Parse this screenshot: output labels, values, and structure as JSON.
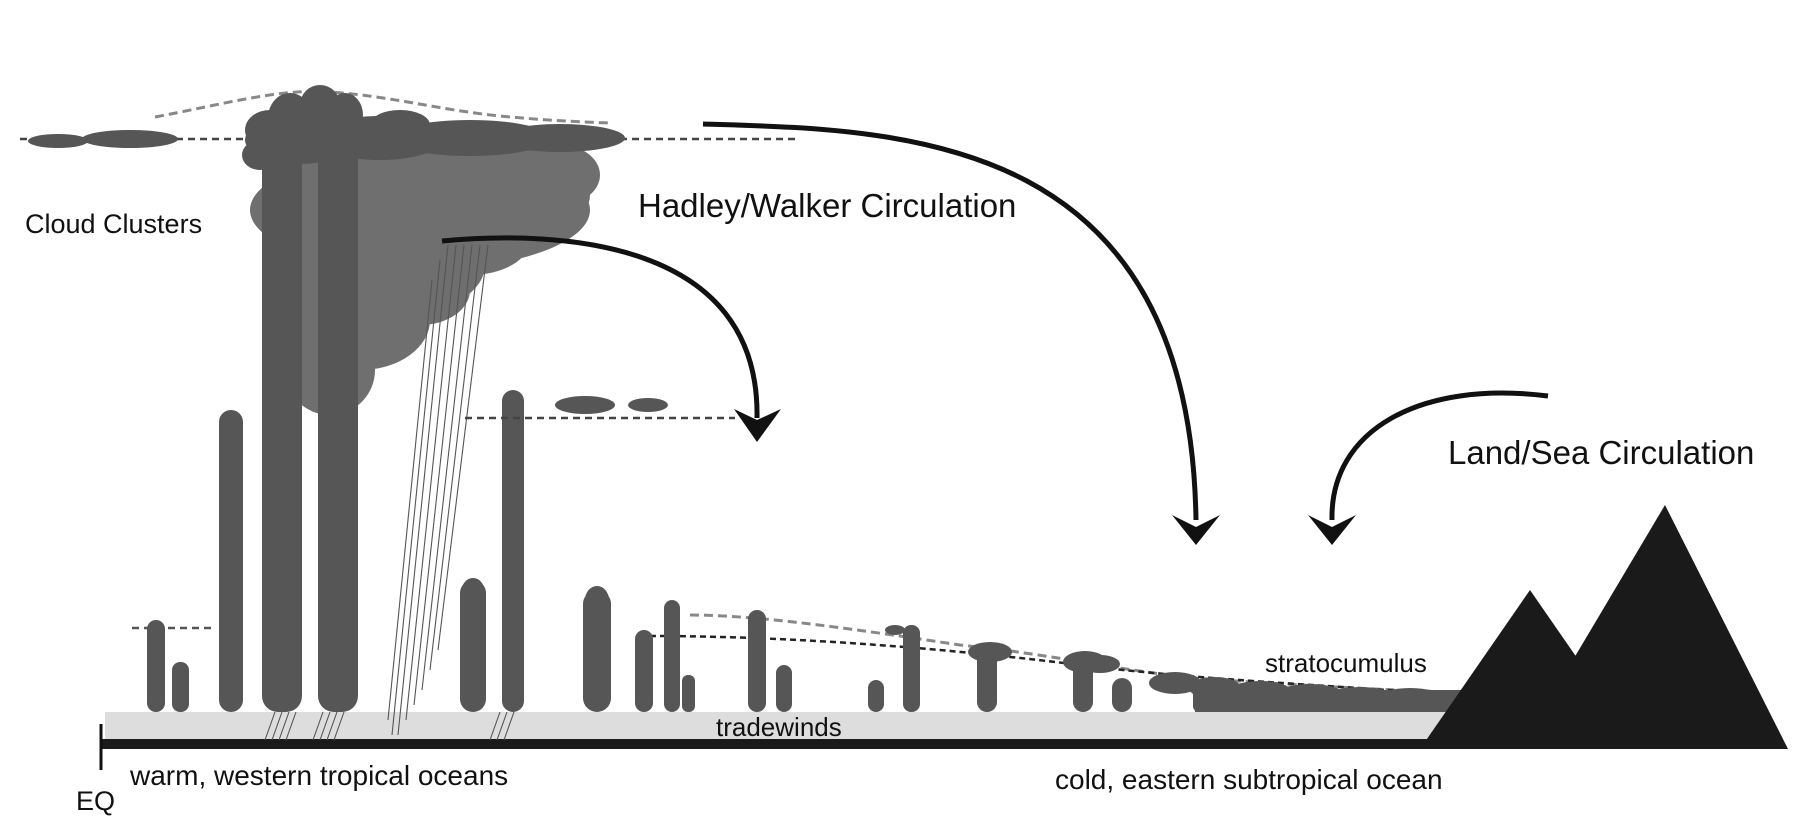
{
  "labels": {
    "cloud_clusters": "Cloud Clusters",
    "hadley_walker": "Hadley/Walker Circulation",
    "land_sea": "Land/Sea Circulation",
    "stratocumulus": "stratocumulus",
    "tradewinds": "tradewinds",
    "warm_ocean": "warm, western tropical oceans",
    "cold_ocean": "cold, eastern subtropical ocean",
    "equator": "EQ"
  },
  "colors": {
    "cloud_dark": "#565656",
    "cloud_anvil": "#6f6f6f",
    "tradewind_band": "#dddddd",
    "ocean_surface": "#1a1a1a",
    "mountains": "#1a1a1a",
    "arrows": "#111111",
    "dashed_level": "#444444",
    "dashed_level_light": "#888888"
  },
  "icons": {
    "circulation_arrow": "curved-arrow-icon",
    "mountain": "mountain-icon"
  }
}
